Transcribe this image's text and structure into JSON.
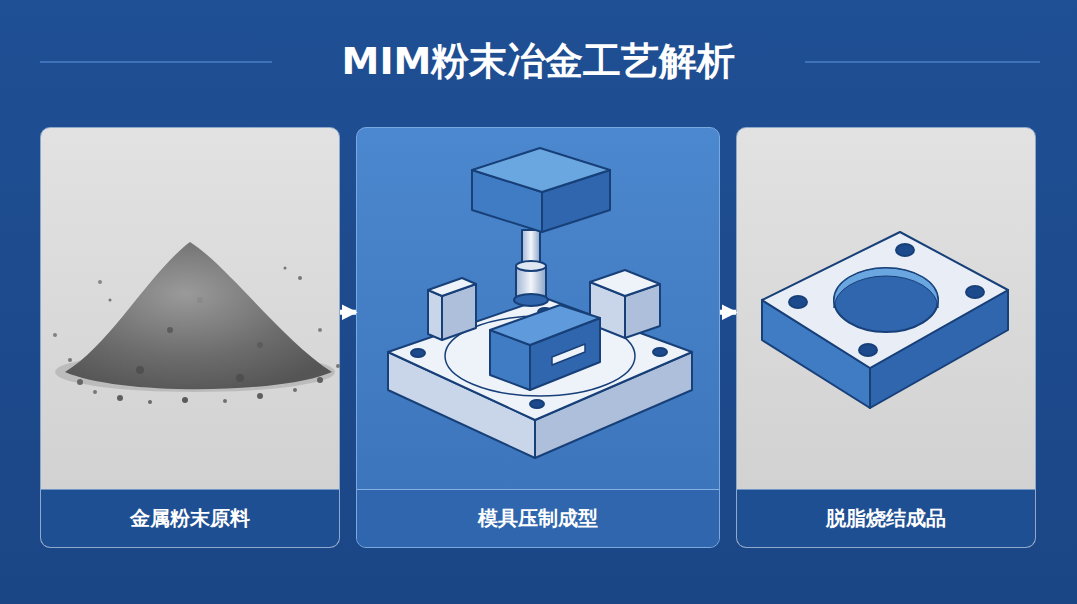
{
  "diagram": {
    "title": "MIM粉末冶金工艺解析",
    "nodes": [
      {
        "text": [
          "金属粉末原料"
        ]
      },
      {
        "text": [
          "模具压制成型"
        ]
      },
      {
        "text": [
          "脱脂烧结成品"
        ]
      }
    ],
    "edges": [
      {
        "from": 0,
        "to": 1,
        "arrow": "to"
      },
      {
        "from": 1,
        "to": 2,
        "arrow": "to"
      }
    ]
  }
}
